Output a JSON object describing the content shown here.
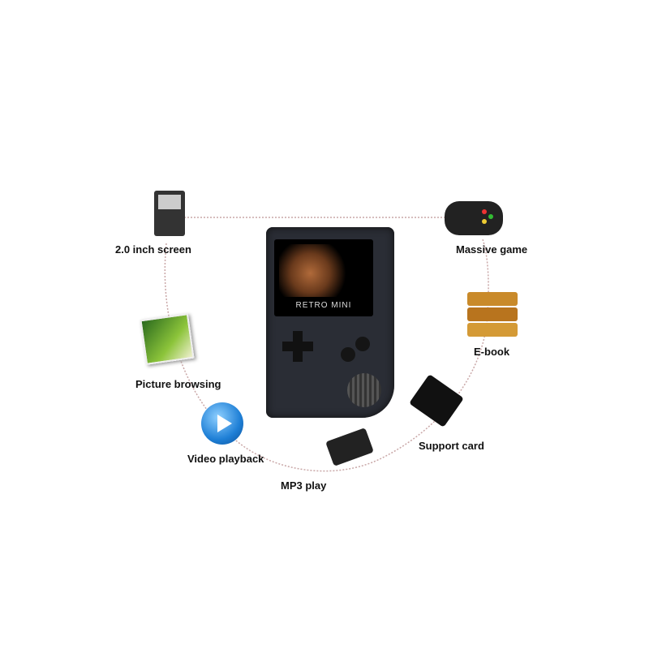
{
  "product": {
    "brand_label": "RETRO MINI"
  },
  "features": [
    {
      "label": "2.0 inch screen",
      "icon": "handheld-icon"
    },
    {
      "label": "Massive game",
      "icon": "gamepad-icon"
    },
    {
      "label": "E-book",
      "icon": "books-icon"
    },
    {
      "label": "Support card",
      "icon": "sd-card-icon"
    },
    {
      "label": "MP3 play",
      "icon": "mp3-player-icon"
    },
    {
      "label": "Video playback",
      "icon": "play-icon"
    },
    {
      "label": "Picture browsing",
      "icon": "picture-icon"
    }
  ],
  "colors": {
    "ring": "#c9a7a7",
    "device": "#2a2d35",
    "play_blue": "#1e7fd6"
  }
}
